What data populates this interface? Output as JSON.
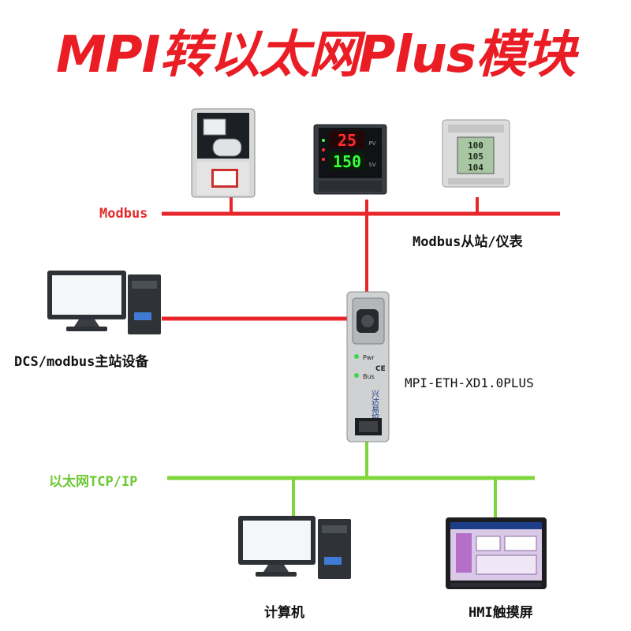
{
  "title": "MPI转以太网Plus模块",
  "labels": {
    "modbus_bus": "Modbus",
    "modbus_slaves": "Modbus从站/仪表",
    "dcs_master": "DCS/modbus主站设备",
    "module_model": "MPI-ETH-XD1.0PLUS",
    "ethernet_bus": "以太网TCP/IP",
    "computer": "计算机",
    "hmi": "HMI触摸屏"
  },
  "devices": {
    "controller_top": "25",
    "controller_bottom": "150",
    "controller_tag_top": "PV",
    "controller_tag_bottom": "SV",
    "meter_line1": "100",
    "meter_line2": "105",
    "meter_line3": "104",
    "module_pwr": "Pwr",
    "module_bus": "Bus",
    "module_brand": "兴达易控",
    "module_ce": "CE"
  },
  "colors": {
    "title": "#ea1c24",
    "modbus_line": "#e8262a",
    "ethernet_line": "#7ed63a",
    "label_modbus": "#e32b2b",
    "label_ethernet": "#6cc832"
  }
}
